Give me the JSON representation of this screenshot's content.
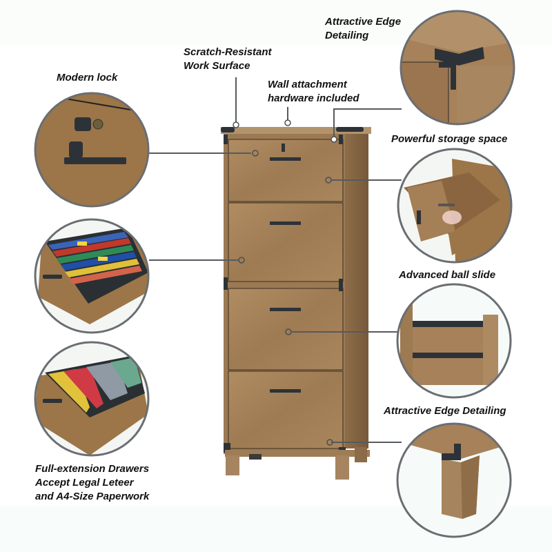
{
  "colors": {
    "wood": "#a27f57",
    "wood_dark": "#7d5f3e",
    "wood_light": "#b89670",
    "hardware": "#2d3238",
    "callout_line": "#555a5e",
    "text": "#111111"
  },
  "labels": {
    "scratch_resistant": "Scratch-Resistant\nWork Surface",
    "modern_lock": "Modern lock",
    "wall_attachment": "Wall attachment\nhardware included",
    "edge_detailing_top": "Attractive Edge\nDetailing",
    "powerful_storage": "Powerful storage space",
    "advanced_ball_slide": "Advanced ball slide",
    "edge_detailing_bottom": "Attractive Edge Detailing",
    "full_extension": "Full-extension Drawers\nAccept Legal Leteer\nand A4-Size Paperwork"
  },
  "callouts": [
    {
      "name": "modern-lock",
      "image": "lock-and-key-closeup"
    },
    {
      "name": "hanging-files-drawer",
      "image": "hanging-file-folders-closeup"
    },
    {
      "name": "full-extension-drawer",
      "image": "open-file-drawer-closeup"
    },
    {
      "name": "edge-detailing-top",
      "image": "corner-bracket-closeup"
    },
    {
      "name": "powerful-storage",
      "image": "open-drawer-closeup"
    },
    {
      "name": "ball-slide",
      "image": "drawer-slide-closeup"
    },
    {
      "name": "edge-detailing-bottom",
      "image": "leg-bracket-closeup"
    }
  ],
  "product": {
    "type": "4-drawer wooden filing cabinet",
    "drawer_count": 4
  }
}
